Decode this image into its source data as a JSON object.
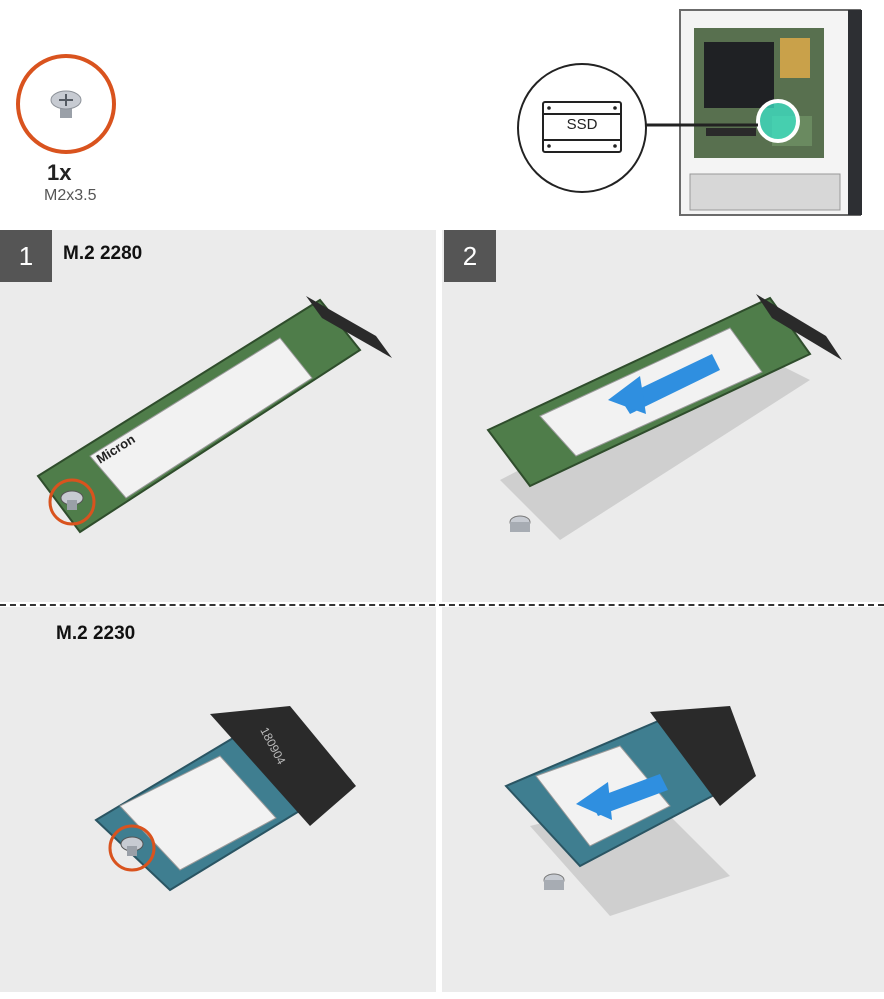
{
  "screw": {
    "count": "1x",
    "spec": "M2x3.5",
    "highlight_color": "#d9531e"
  },
  "callout": {
    "label": "SSD",
    "highlight_color": "#3be5c9"
  },
  "steps": [
    {
      "number": "1"
    },
    {
      "number": "2"
    }
  ],
  "rows": [
    {
      "label": "M.2 2280"
    },
    {
      "label": "M.2 2230"
    }
  ],
  "card_text": {
    "brand": "Micron",
    "connector_code": "180904"
  },
  "colors": {
    "panel": "#ebebeb",
    "badge": "#555555",
    "arrow": "#2f8fe0",
    "pcb": "#4f7d4a",
    "label_sticker": "#f2f2f2"
  }
}
